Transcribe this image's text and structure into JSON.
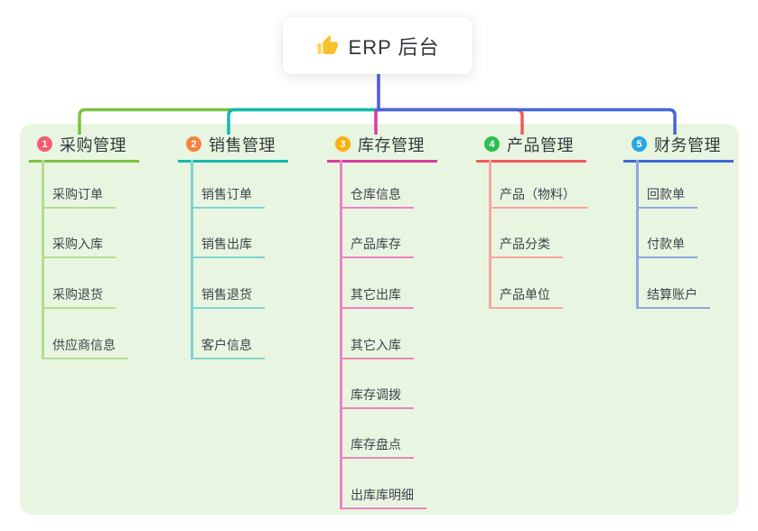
{
  "root": {
    "label": "ERP 后台",
    "icon": "thumbs-up-icon"
  },
  "panel": {
    "bg": "#e8f6e1"
  },
  "connectors": {
    "root_line_color": "#5157e9"
  },
  "branches": [
    {
      "badge": "1",
      "label": "采购管理",
      "color": "#7cc242",
      "light_color": "#b5dc92",
      "badge_color": "#f85b6f",
      "items": [
        "采购订单",
        "采购入库",
        "采购退货",
        "供应商信息"
      ]
    },
    {
      "badge": "2",
      "label": "销售管理",
      "color": "#14b8ad",
      "light_color": "#7fd3cc",
      "badge_color": "#f7823f",
      "items": [
        "销售订单",
        "销售出库",
        "销售退货",
        "客户信息"
      ]
    },
    {
      "badge": "3",
      "label": "库存管理",
      "color": "#d63ba0",
      "light_color": "#ee82c3",
      "badge_color": "#f9b013",
      "items": [
        "仓库信息",
        "产品库存",
        "其它出库",
        "其它入库",
        "库存调拨",
        "库存盘点",
        "出库库明细"
      ]
    },
    {
      "badge": "4",
      "label": "产品管理",
      "color": "#f4585c",
      "light_color": "#f8a5a0",
      "badge_color": "#2fbd52",
      "items": [
        "产品（物料）",
        "产品分类",
        "产品单位"
      ]
    },
    {
      "badge": "5",
      "label": "财务管理",
      "color": "#4466d9",
      "light_color": "#92a7e0",
      "badge_color": "#2aa7e1",
      "items": [
        "回款单",
        "付款单",
        "结算账户"
      ]
    }
  ]
}
